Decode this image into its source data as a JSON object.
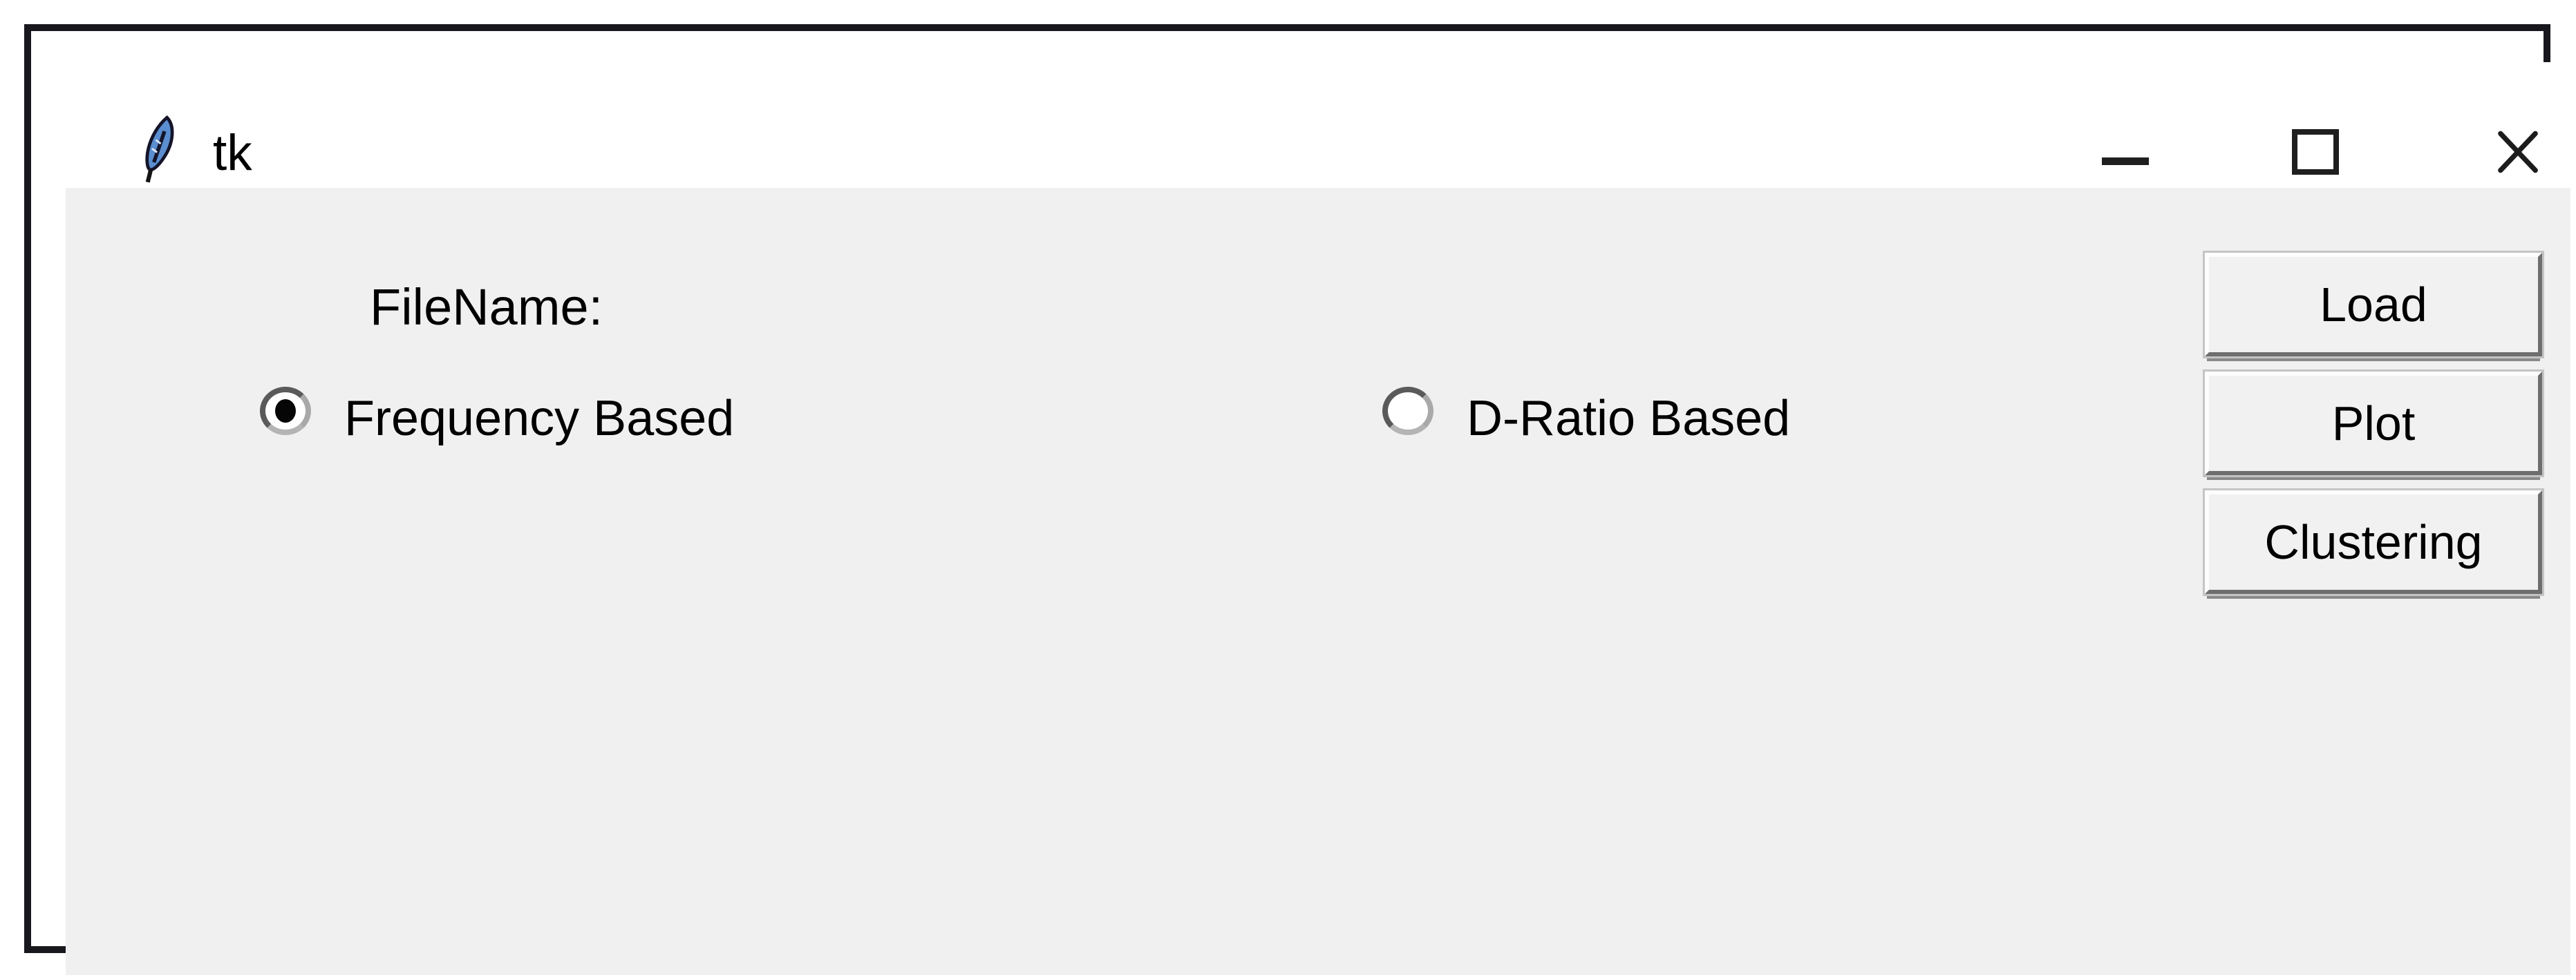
{
  "window": {
    "title": "tk",
    "icon": "tk-feather",
    "controls": {
      "minimize_label": "minimize",
      "maximize_label": "maximize",
      "close_label": "close"
    }
  },
  "form": {
    "filename_label": "FileName:",
    "radios": [
      {
        "label": "Frequency Based",
        "selected": true
      },
      {
        "label": "D-Ratio Based",
        "selected": false
      }
    ],
    "buttons": [
      {
        "label": "Load"
      },
      {
        "label": "Plot"
      },
      {
        "label": "Clustering"
      }
    ]
  },
  "colors": {
    "window_border": "#17171d",
    "titlebar_bg": "#ffffff",
    "client_bg": "#f0f0f0",
    "text": "#000000",
    "feather_blue": "#5a8ed0"
  }
}
